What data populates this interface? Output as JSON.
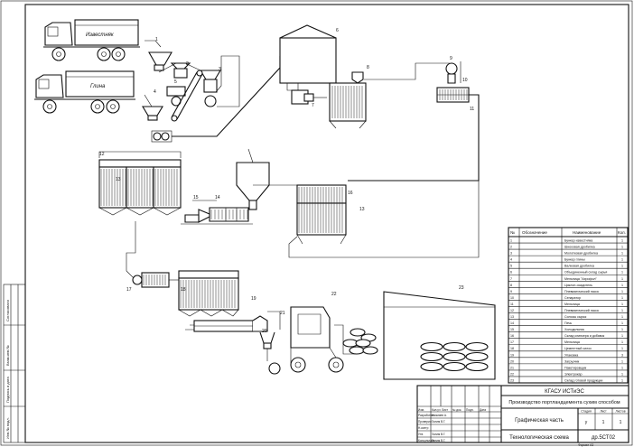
{
  "trucks": [
    {
      "label": "Известняк"
    },
    {
      "label": "Глина"
    }
  ],
  "equipment_numbers": [
    "1",
    "2",
    "3",
    "4",
    "5",
    "6",
    "7",
    "8",
    "9",
    "10",
    "11",
    "12",
    "13",
    "14",
    "15",
    "16",
    "17",
    "18",
    "19",
    "20",
    "21",
    "22",
    "23"
  ],
  "spec_table": {
    "headers": {
      "num": "№",
      "designation": "Обозначение",
      "name": "Наименование",
      "qty": "Кол."
    },
    "rows": [
      {
        "num": "1",
        "name": "Бункер известняка",
        "qty": "1"
      },
      {
        "num": "2",
        "name": "Шнековая дробилка",
        "qty": "1"
      },
      {
        "num": "3",
        "name": "Молотковая дробилка",
        "qty": "1"
      },
      {
        "num": "4",
        "name": "Бункер глины",
        "qty": "1"
      },
      {
        "num": "5",
        "name": "Валковая дробилка",
        "qty": "1"
      },
      {
        "num": "6",
        "name": "Объединенный склад сырья",
        "qty": "1"
      },
      {
        "num": "7",
        "name": "Мельница \"Аэрофол\"",
        "qty": "1"
      },
      {
        "num": "8",
        "name": "Циклон-осадитель",
        "qty": "1"
      },
      {
        "num": "9",
        "name": "Пневматический насос",
        "qty": "1"
      },
      {
        "num": "10",
        "name": "Сепаратор",
        "qty": "1"
      },
      {
        "num": "11",
        "name": "Мельница",
        "qty": "1"
      },
      {
        "num": "12",
        "name": "Пневматический насос",
        "qty": "1"
      },
      {
        "num": "13",
        "name": "Силосы сырья",
        "qty": "1"
      },
      {
        "num": "14",
        "name": "Печь",
        "qty": "1"
      },
      {
        "num": "15",
        "name": "Холодильник",
        "qty": "1"
      },
      {
        "num": "16",
        "name": "Склад клинкера и добавок",
        "qty": "1"
      },
      {
        "num": "17",
        "name": "Мельница",
        "qty": "1"
      },
      {
        "num": "18",
        "name": "Цементный силос",
        "qty": "1"
      },
      {
        "num": "19",
        "name": "Упаковка",
        "qty": "3"
      },
      {
        "num": "20",
        "name": "Загрузчик",
        "qty": "1"
      },
      {
        "num": "21",
        "name": "Пакетировщик",
        "qty": "1"
      },
      {
        "num": "22",
        "name": "Электрокар",
        "qty": "1"
      },
      {
        "num": "23",
        "name": "Склад готовой продукции",
        "qty": "1"
      }
    ]
  },
  "title_block": {
    "organization": "КГАСУ ИСТиЭС",
    "project_title": "Производство портландцемента сухим способом",
    "section": "Графическая часть",
    "sheet_name": "Технологическая схема",
    "code": "др.5СТ02",
    "stage_header": "Стадия",
    "sheet_header": "Лист",
    "sheets_header": "Листов",
    "stage": "у",
    "sheet": "1",
    "sheets": "1",
    "col_headers": [
      "Изм.",
      "Кол.уч",
      "Лист",
      "№ док.",
      "Подп.",
      "Дата"
    ],
    "roles": [
      {
        "role": "Разработал",
        "name": "Назмиев А."
      },
      {
        "role": "Проверил",
        "name": "Галим В.Г."
      },
      {
        "role": "Н.контр",
        "name": ""
      },
      {
        "role": "Утв.",
        "name": "Галим В.Г."
      },
      {
        "role": "Консультант",
        "name": "Галим В.Г."
      }
    ],
    "format": "Формат А3"
  },
  "side_stamps": [
    "Инв.№ подл.",
    "Подпись и дата",
    "Взам.инв.№",
    "Согласовано"
  ]
}
